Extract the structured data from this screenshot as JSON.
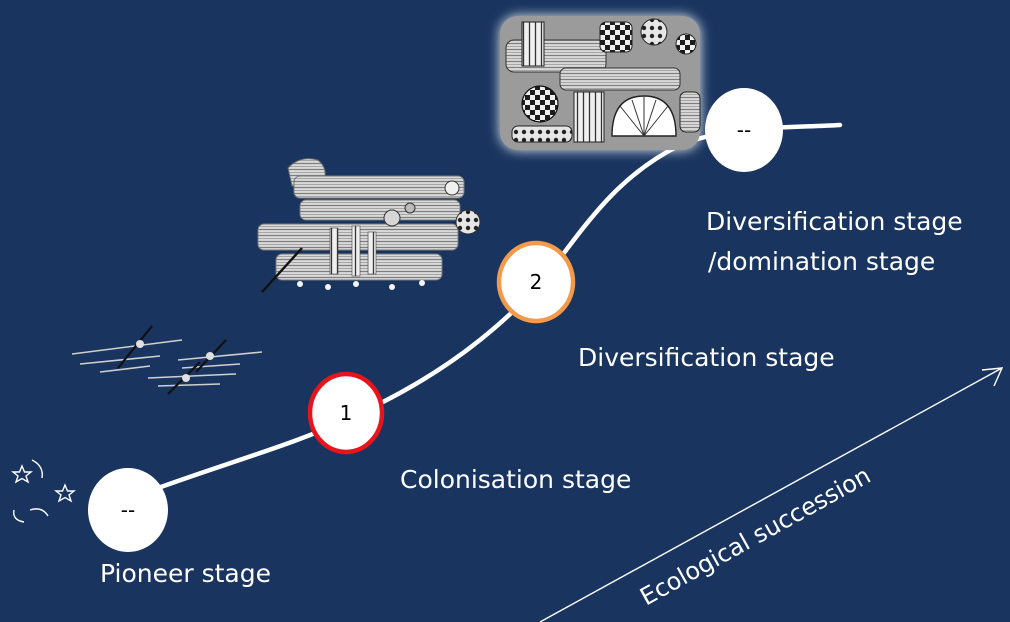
{
  "stages": [
    {
      "id": "pioneer",
      "label": "Pioneer stage",
      "marker": "--",
      "ring_color": "#ffffff"
    },
    {
      "id": "colonisation",
      "label": "Colonisation stage",
      "marker": "1",
      "ring_color": "#e8141c"
    },
    {
      "id": "diversification",
      "label": "Diversification stage",
      "marker": "2",
      "ring_color": "#f2994a"
    },
    {
      "id": "domination",
      "label_line1": "Diversification stage",
      "label_line2": "/domination stage",
      "marker": "--",
      "ring_color": "#ffffff"
    }
  ],
  "axis": {
    "label": "Ecological succession"
  },
  "colors": {
    "background": "#18345f",
    "curve": "#ffffff",
    "node_fill": "#ffffff"
  }
}
